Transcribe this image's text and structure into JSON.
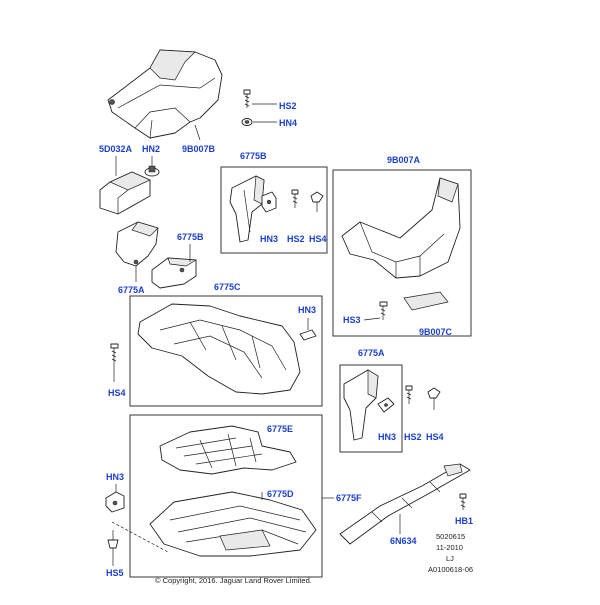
{
  "labels": {
    "hs2_top": "HS2",
    "hn4_top": "HN4",
    "l5d032a": "5D032A",
    "hn2": "HN2",
    "l9b007b": "9B007B",
    "l6775b_box": "6775B",
    "hn3_box_b": "HN3",
    "hs2_box_b": "HS2",
    "hs4_box_b": "HS4",
    "l9b007a": "9B007A",
    "l6775b_mid": "6775B",
    "l6775a_left": "6775A",
    "l6775c": "6775C",
    "hn3_c": "HN3",
    "hs3": "HS3",
    "l9b007c": "9B007C",
    "hs4_left": "HS4",
    "l6775a_box": "6775A",
    "hn3_box_a": "HN3",
    "hs2_box_a": "HS2",
    "hs4_box_a": "HS4",
    "l6775e": "6775E",
    "hn3_left": "HN3",
    "l6775d": "6775D",
    "l6775f": "6775F",
    "hb1": "HB1",
    "n634": "6N634",
    "hs5": "HS5"
  },
  "meta": {
    "code": "5020615",
    "date": "11-2010",
    "initials": "LJ",
    "ref": "A0100618-06",
    "copyright": "© Copyright, 2016. Jaguar Land Rover Limited."
  },
  "colors": {
    "label": "#1a3fcf",
    "line": "#222222"
  }
}
